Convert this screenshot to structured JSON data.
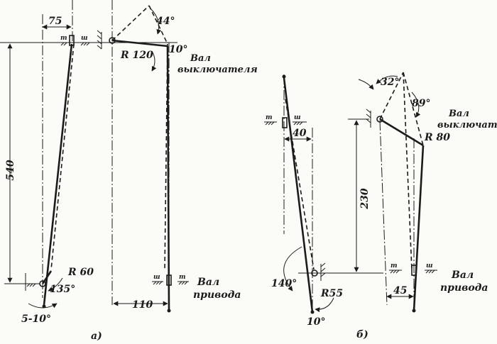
{
  "diagram_a": {
    "caption": "а)",
    "dim_top": "75",
    "dim_vertical": "540",
    "dim_bottom": "110",
    "angle_top": "44°",
    "angle_top_right": "10°",
    "radius_top": "R 120",
    "angle_bottom": "135°",
    "radius_bottom": "R 60",
    "angle_bottom_range": "5-10°",
    "switch_shaft_line1": "Вал",
    "switch_shaft_line2": "выключателя",
    "drive_shaft_line1": "Вал",
    "drive_shaft_line2": "привода"
  },
  "diagram_b": {
    "caption": "б)",
    "dim_top": "40",
    "dim_vertical": "230",
    "dim_bottom": "45",
    "angle_top": "32°",
    "angle_top_right": "89°",
    "radius_top": "R 80",
    "angle_left": "140°",
    "radius_bottom": "R55",
    "angle_bottom": "10°",
    "switch_shaft_line1": "Вал",
    "switch_shaft_line2": "выключателя",
    "drive_shaft_line1": "Вал",
    "drive_shaft_line2": "привода"
  },
  "support_labels": {
    "m": "m",
    "sh": "ш"
  }
}
